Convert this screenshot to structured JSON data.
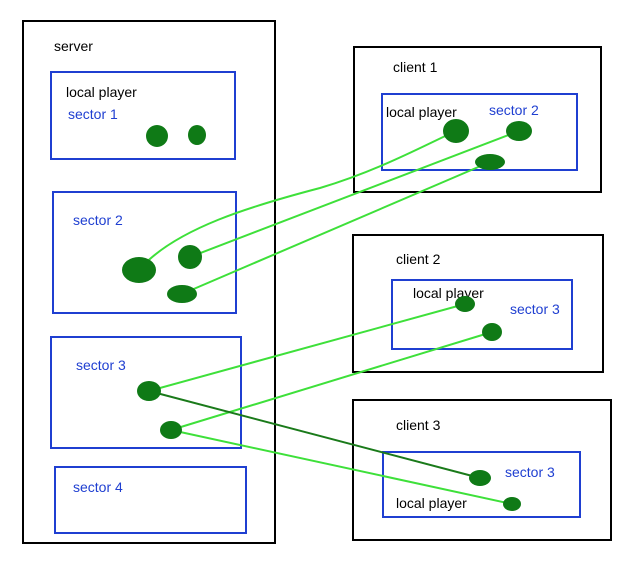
{
  "server": {
    "title": "server",
    "sectors": [
      {
        "title": "sector 1",
        "subtitle": "local player"
      },
      {
        "title": "sector 2"
      },
      {
        "title": "sector 3"
      },
      {
        "title": "sector 4"
      }
    ]
  },
  "clients": [
    {
      "title": "client 1",
      "local_player": "local player",
      "sector": "sector 2"
    },
    {
      "title": "client 2",
      "local_player": "local player",
      "sector": "sector 3"
    },
    {
      "title": "client 3",
      "local_player": "local player",
      "sector": "sector 3"
    }
  ],
  "colors": {
    "server_box": "#000000",
    "sector_box": "#1f3fd1",
    "player_dot": "#0f7a16",
    "link_light": "#3ee03a",
    "link_dark": "#1a7a1a"
  }
}
